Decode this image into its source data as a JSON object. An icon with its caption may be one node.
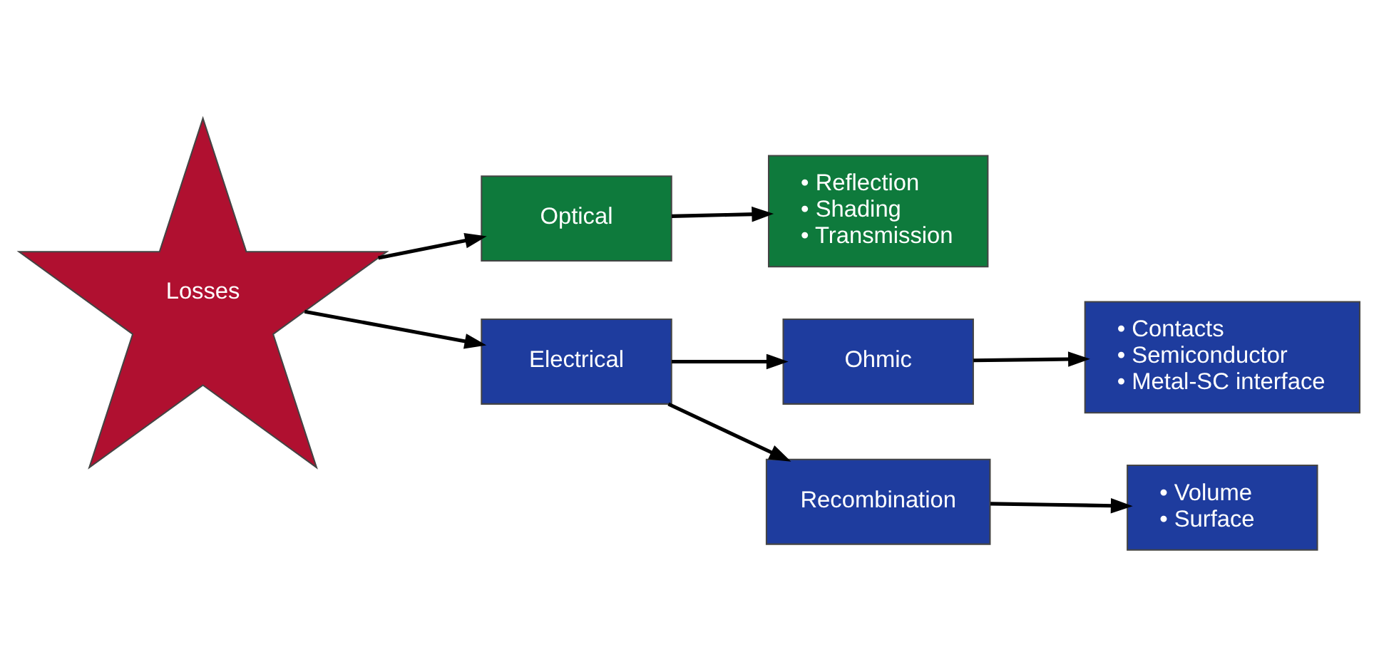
{
  "diagram": {
    "nodes": [
      {
        "text": [
          "Losses"
        ]
      },
      {
        "text": [
          "Optical"
        ]
      },
      {
        "text": [
          "Electrical"
        ]
      },
      {
        "text": [
          "Ohmic"
        ]
      },
      {
        "text": [
          "Recombination"
        ]
      },
      {
        "text": [
          "• Reflection",
          "• Shading",
          "• Transmission"
        ]
      },
      {
        "text": [
          "• Contacts",
          "• Semiconductor",
          "• Metal-SC interface"
        ]
      },
      {
        "text": [
          "• Volume",
          "• Surface"
        ]
      }
    ],
    "edges": [
      {
        "from": 0,
        "to": 1,
        "arrow": "to"
      },
      {
        "from": 0,
        "to": 2,
        "arrow": "to"
      },
      {
        "from": 1,
        "to": 5,
        "arrow": "to"
      },
      {
        "from": 2,
        "to": 3,
        "arrow": "to"
      },
      {
        "from": 2,
        "to": 4,
        "arrow": "to"
      },
      {
        "from": 3,
        "to": 6,
        "arrow": "to"
      },
      {
        "from": 4,
        "to": 7,
        "arrow": "to"
      }
    ]
  }
}
